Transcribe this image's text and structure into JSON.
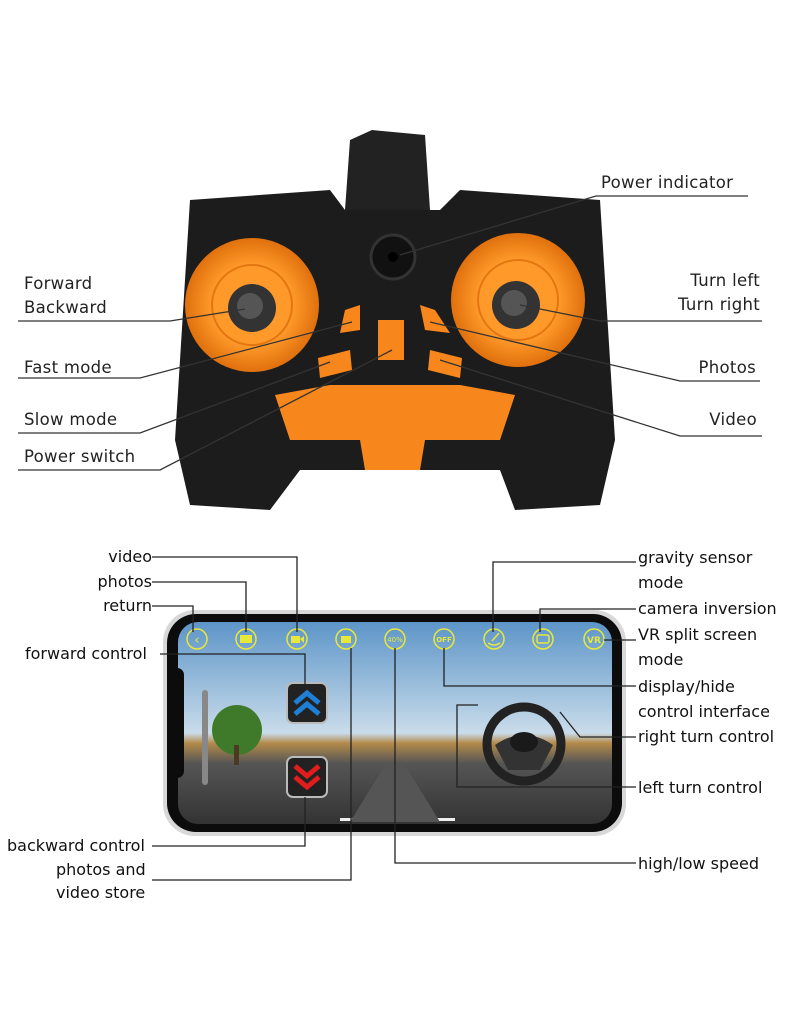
{
  "controller_labels": {
    "power_indicator": "Power indicator",
    "forward": "Forward",
    "backward": "Backward",
    "turn_left": "Turn left",
    "turn_right": "Turn right",
    "fast_mode": "Fast mode",
    "photos": "Photos",
    "slow_mode": "Slow mode",
    "video": "Video",
    "power_switch": "Power switch"
  },
  "app_labels": {
    "video": "video",
    "photos": "photos",
    "return": "return",
    "forward_control": "forward control",
    "backward_control": "backward control",
    "photos_video_store_1": "photos and",
    "photos_video_store_2": "video store",
    "gravity_1": "gravity sensor",
    "gravity_2": "mode",
    "camera_inversion": "camera inversion",
    "vr_1": "VR split screen",
    "vr_2": "mode",
    "display_1": "display/hide",
    "display_2": "control interface",
    "right_turn": "right turn control",
    "left_turn": "left turn control",
    "speed": "high/low speed"
  },
  "app_screen": {
    "speed_value": "40%",
    "display_toggle": "OFF",
    "vr_button": "VR",
    "icons": [
      "back-icon",
      "camera-icon",
      "video-icon",
      "folder-icon",
      "speed-icon",
      "display-toggle-icon",
      "gravity-icon",
      "camera-flip-icon",
      "vr-icon"
    ]
  },
  "colors": {
    "controller_orange": "#f7861c",
    "controller_black": "#1c1c1c",
    "icon_yellow": "#e8e83a",
    "forward_blue": "#1e7fd6",
    "backward_red": "#e01c1c"
  }
}
